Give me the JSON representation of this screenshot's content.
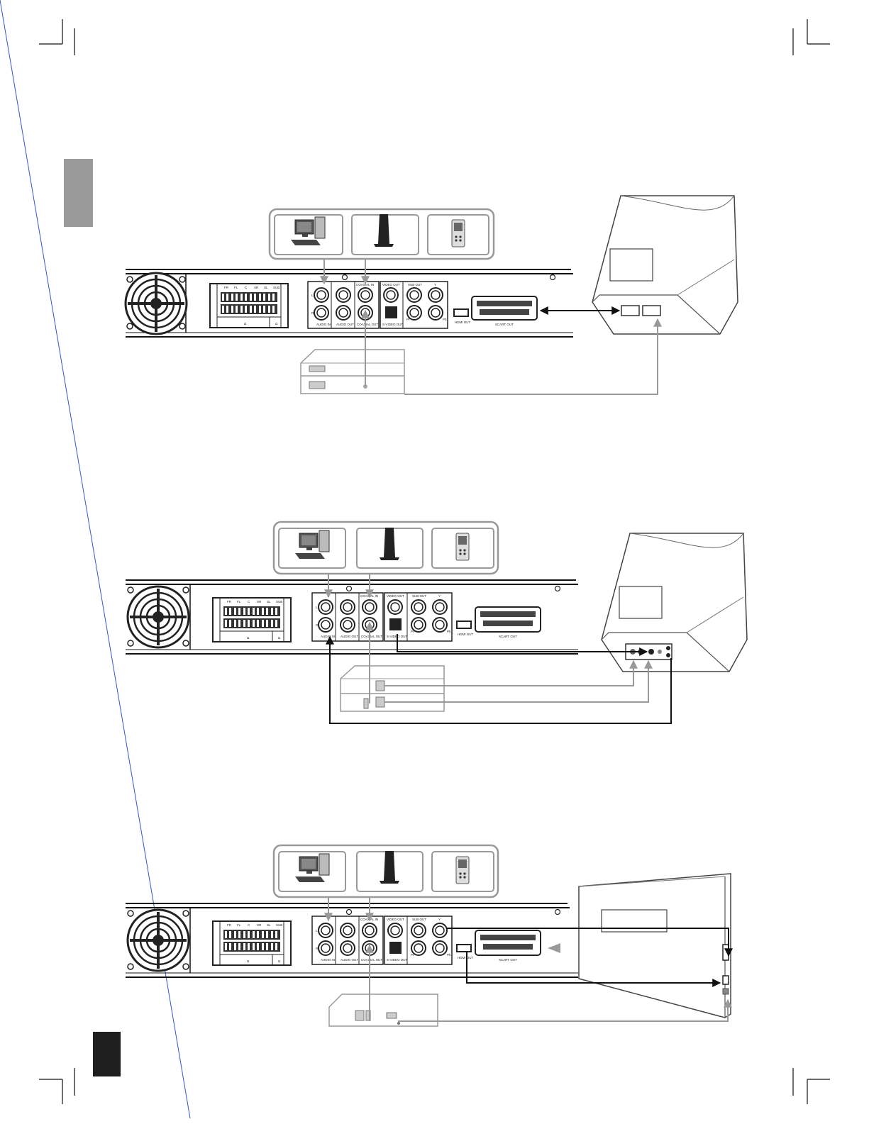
{
  "colors": {
    "line_black": "#111111",
    "line_gray": "#999999",
    "tab_gray": "#9a9a9a",
    "tab_dark": "#1e1e1e"
  },
  "panel": {
    "speaker_labels": [
      "FR",
      "FL",
      "C",
      "SR",
      "SL",
      "SUB"
    ],
    "speaker_ohm": "Ω",
    "audio_in_label": "AUDIO IN",
    "audio_out_label": "AUDIO OUT",
    "coaxial_in_label": "COAXIAL IN",
    "coaxial_out_label": "COAXIAL OUT",
    "video_out_label": "VIDEO OUT",
    "svideo_out_label": "S-VIDEO OUT",
    "sub_out_label": "SUB OUT",
    "y_label": "Y",
    "pr_label": "Pr",
    "pb_label": "Pb",
    "hdmi_out_label": "HDMI OUT",
    "scart_out_label": "SCART OUT",
    "l_label": "L",
    "r_label": "R"
  },
  "icons": [
    "computer-icon",
    "speaker-tower-icon",
    "mp3-player-icon",
    "crt-tv-icon",
    "flat-tv-icon",
    "set-top-box-icon",
    "cooling-fan-icon"
  ]
}
